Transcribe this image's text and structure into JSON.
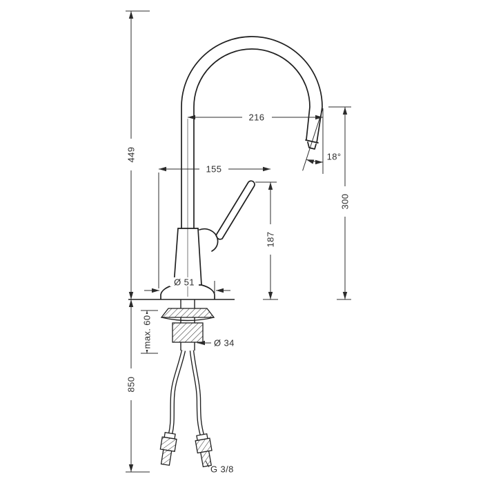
{
  "drawing": {
    "type": "faucet-installation-dimension-drawing",
    "background_color": "#ffffff",
    "line_color": "#2b2b2b",
    "labels": {
      "overall_height": "449",
      "hose_length": "850",
      "spout_reach": "216",
      "spout_angle": "18°",
      "handle_projection": "155",
      "spout_height": "300",
      "handle_height": "187",
      "base_diameter": "Ø 51",
      "max_mounting_thickness": "max. 60",
      "hole_diameter": "Ø 34",
      "connection_thread": "G 3/8"
    }
  }
}
